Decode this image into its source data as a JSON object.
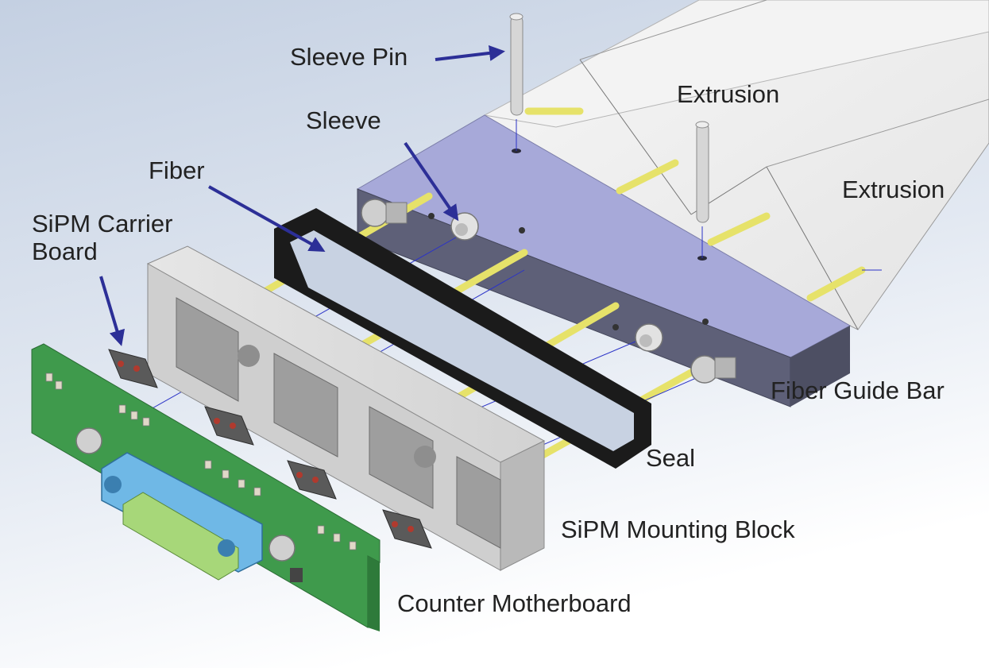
{
  "labels": {
    "sleeve_pin": "Sleeve Pin",
    "extrusion_top": "Extrusion",
    "extrusion_right": "Extrusion",
    "sleeve": "Sleeve",
    "fiber": "Fiber",
    "sipm_carrier_board_line1": "SiPM Carrier",
    "sipm_carrier_board_line2": "Board",
    "fiber_guide_bar": "Fiber Guide Bar",
    "seal": "Seal",
    "sipm_mounting_block": "SiPM Mounting Block",
    "counter_motherboard": "Counter Motherboard"
  },
  "colors": {
    "background_top": "#cbd6e6",
    "background_bottom": "#ffffff",
    "extrusion": "#eeeeee",
    "guide_bar_top": "#a7a9d9",
    "guide_bar_front": "#5e6078",
    "fiber": "#e6e26a",
    "seal": "#1b1b1b",
    "mounting_block": "#d3d3d3",
    "carrier_board": "#5a5a5a",
    "motherboard": "#3f9a4c",
    "connector": "#6fb8e6",
    "arrow": "#2c2f97",
    "guide_line": "#2b33c7"
  }
}
